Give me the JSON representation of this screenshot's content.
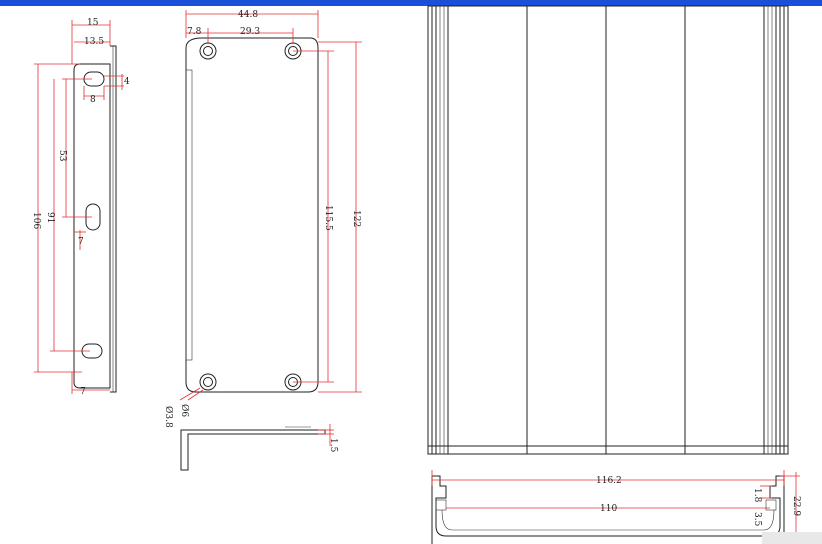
{
  "colors": {
    "background": "#ffffff",
    "top_banner": "#1a4fd8",
    "dimension_line": "#e03030",
    "outline": "#222222",
    "corner_block": "#e8e8e8"
  },
  "end_plate_side": {
    "dims": {
      "width_15": "15",
      "width_13_5": "13.5",
      "slot_width_4": "4",
      "slot_len_8": "8",
      "height_53": "53",
      "height_91": "91",
      "height_106": "106",
      "offset_7_mid": "7",
      "offset_7_bottom": "7"
    }
  },
  "end_plate_front": {
    "dims": {
      "width_44_8": "44.8",
      "edge_7_8": "7.8",
      "hole_spacing_29_3": "29.3",
      "height_115_5": "115.5",
      "height_122": "122",
      "hole_outer_6": "Ø6",
      "hole_inner_3_8": "Ø3.8",
      "thickness_1_5": "1.5"
    }
  },
  "profile_section": {
    "dims": {
      "width_116_2": "116.2",
      "width_110": "110",
      "height_22_9": "22.9",
      "lip_1_8": "1.8",
      "gap_3_5": "3.5"
    }
  }
}
